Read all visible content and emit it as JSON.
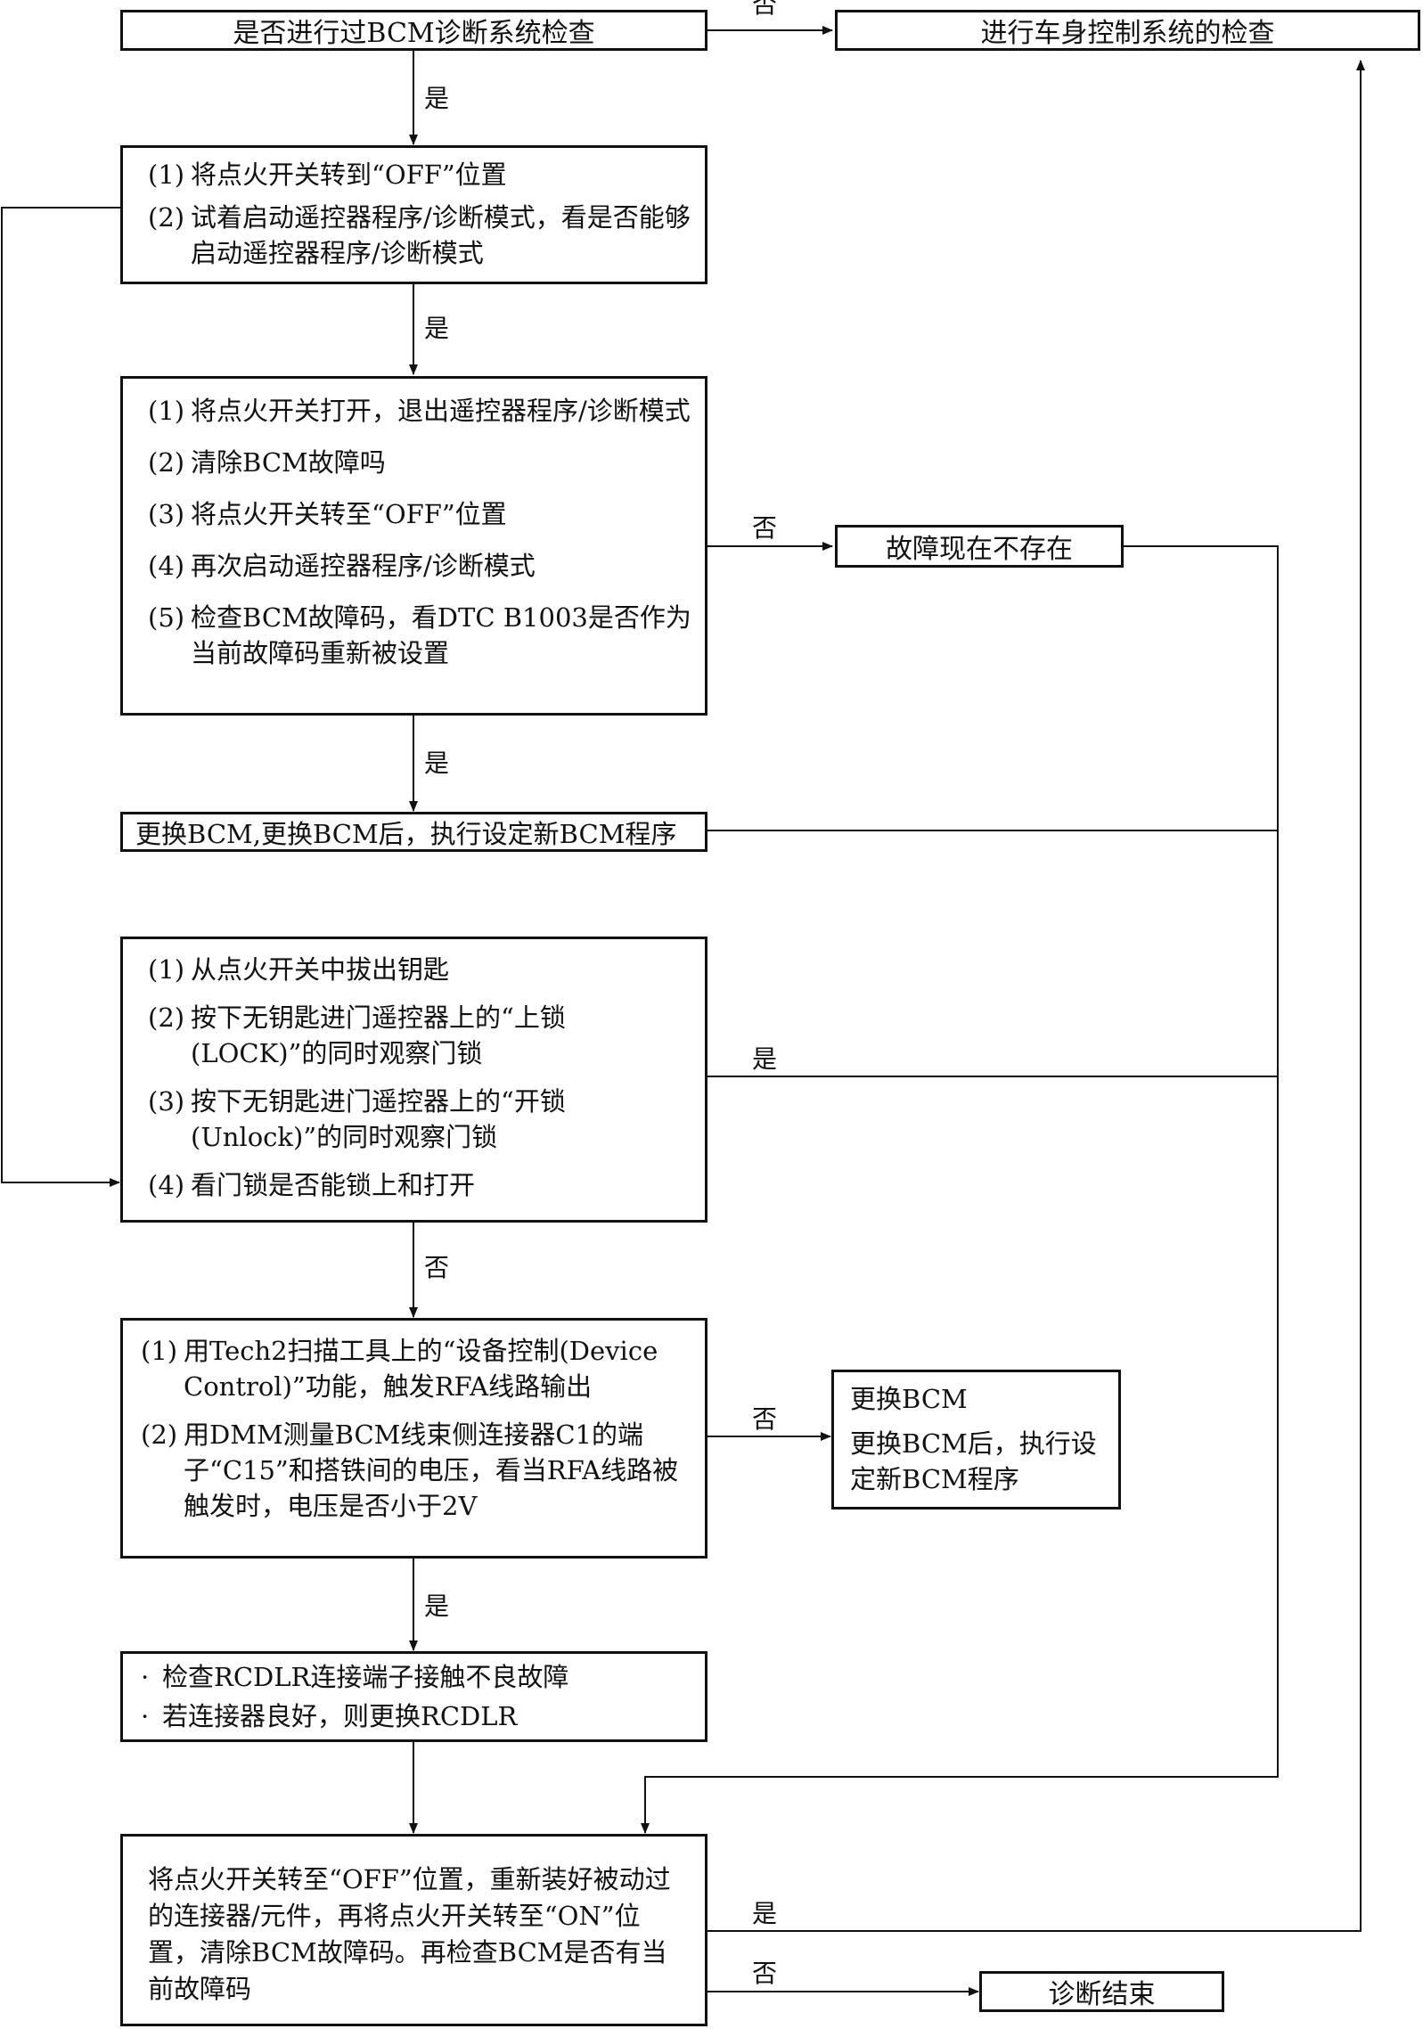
{
  "nodes": {
    "q_bcm_check": "是否进行过BCM诊断系统检查",
    "body_control_check": "进行车身控制系统的检查",
    "box_remote_mode": [
      {
        "num": "(1)",
        "text": "将点火开关转到“OFF”位置"
      },
      {
        "num": "(2)",
        "text": "试着启动遥控器程序/诊断模式，看是否能够启动遥控器程序/诊断模式"
      }
    ],
    "box_clear_codes": [
      {
        "num": "(1)",
        "text": "将点火开关打开，退出遥控器程序/诊断模式"
      },
      {
        "num": "(2)",
        "text": "清除BCM故障吗"
      },
      {
        "num": "(3)",
        "text": "将点火开关转至“OFF”位置"
      },
      {
        "num": "(4)",
        "text": "再次启动遥控器程序/诊断模式"
      },
      {
        "num": "(5)",
        "text": "检查BCM故障码，看DTC B1003是否作为当前故障码重新被设置"
      }
    ],
    "fault_absent": "故障现在不存在",
    "replace_bcm_program": "更换BCM,更换BCM后，执行设定新BCM程序",
    "box_lock_test": [
      {
        "num": "(1)",
        "text": "从点火开关中拔出钥匙"
      },
      {
        "num": "(2)",
        "text": "按下无钥匙进门遥控器上的“上锁(LOCK)”的同时观察门锁"
      },
      {
        "num": "(3)",
        "text": "按下无钥匙进门遥控器上的“开锁(Unlock)”的同时观察门锁"
      },
      {
        "num": "(4)",
        "text": "看门锁是否能锁上和打开"
      }
    ],
    "box_rfa_test": [
      {
        "num": "(1)",
        "text": "用Tech2扫描工具上的“设备控制(Device Control)”功能，触发RFA线路输出"
      },
      {
        "num": "(2)",
        "text": "用DMM测量BCM线束侧连接器C1的端子“C15”和搭铁间的电压，看当RFA线路被触发时，电压是否小于2V"
      }
    ],
    "box_replace_bcm": {
      "title": "更换BCM",
      "text": "更换BCM后，执行设定新BCM程序"
    },
    "box_rcdlr": [
      {
        "num": "·",
        "text": "检查RCDLR连接端子接触不良故障"
      },
      {
        "num": "·",
        "text": "若连接器良好，则更换RCDLR"
      }
    ],
    "box_final": "将点火开关转至“OFF”位置，重新装好被动过的连接器/元件，再将点火开关转至“ON”位置，清除BCM故障码。再检查BCM是否有当前故障码",
    "diagnosis_end": "诊断结束"
  },
  "labels": {
    "yes": "是",
    "no": "否"
  }
}
